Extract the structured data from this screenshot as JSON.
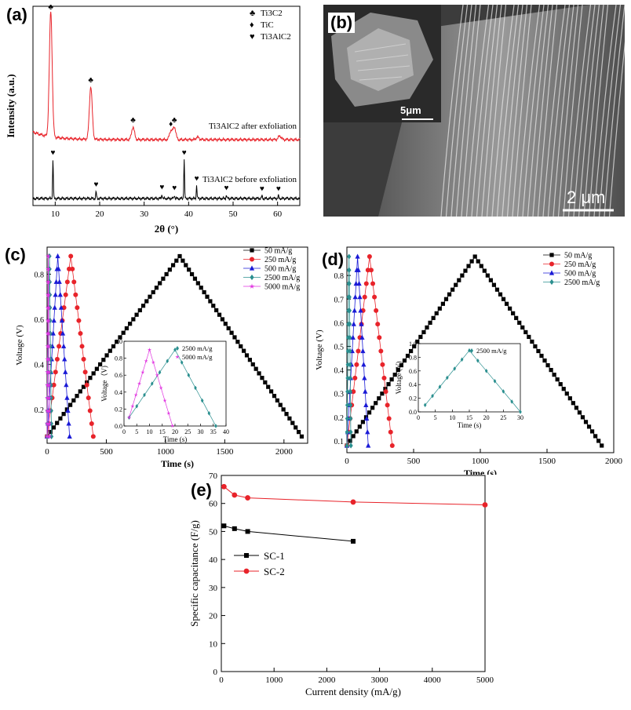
{
  "panel_labels": {
    "a": "(a)",
    "b": "(b)",
    "c": "(c)",
    "d": "(d)",
    "e": "(e)"
  },
  "sem": {
    "inset_scale": "5μm",
    "main_scale": "2 μm"
  },
  "chart_data": [
    {
      "id": "a",
      "type": "line",
      "xlabel": "2θ (°)",
      "ylabel": "Intensity (a.u.)",
      "xlim": [
        5,
        65
      ],
      "xticks": [
        10,
        20,
        30,
        40,
        50,
        60
      ],
      "legend": [
        {
          "symbol": "♣",
          "name": "Ti3C2"
        },
        {
          "symbol": "♦",
          "name": "TiC"
        },
        {
          "symbol": "♥",
          "name": "Ti3AlC2"
        }
      ],
      "series": [
        {
          "name": "Ti3AlC2 after exfoliation",
          "color": "#e8232a",
          "peaks": [
            {
              "x": 9.0,
              "h": 1.0,
              "marker": "♣"
            },
            {
              "x": 18.0,
              "h": 0.42,
              "marker": "♣"
            },
            {
              "x": 27.5,
              "h": 0.1,
              "marker": "♣"
            },
            {
              "x": 36.0,
              "h": 0.07,
              "marker": "♦"
            },
            {
              "x": 36.8,
              "h": 0.1,
              "marker": "♣"
            },
            {
              "x": 42.0,
              "h": 0.02
            },
            {
              "x": 60.5,
              "h": 0.03
            }
          ]
        },
        {
          "name": "Ti3AlC2 before exfoliation",
          "color": "#000000",
          "peaks": [
            {
              "x": 9.5,
              "h": 0.45,
              "marker": "♥"
            },
            {
              "x": 19.2,
              "h": 0.08,
              "marker": "♥"
            },
            {
              "x": 34.0,
              "h": 0.05,
              "marker": "♥"
            },
            {
              "x": 36.8,
              "h": 0.04,
              "marker": "♥"
            },
            {
              "x": 39.0,
              "h": 0.45,
              "marker": "♥"
            },
            {
              "x": 41.8,
              "h": 0.15,
              "marker": "♥"
            },
            {
              "x": 48.5,
              "h": 0.04,
              "marker": "♥"
            },
            {
              "x": 56.5,
              "h": 0.03,
              "marker": "♥"
            },
            {
              "x": 60.2,
              "h": 0.03,
              "marker": "♥"
            }
          ]
        }
      ]
    },
    {
      "id": "c",
      "type": "line",
      "xlabel": "Time (s)",
      "ylabel": "Voltage (V)",
      "xlim": [
        0,
        2200
      ],
      "ylim": [
        0.05,
        0.92
      ],
      "xticks": [
        0,
        500,
        1000,
        1500,
        2000
      ],
      "yticks": [
        0.2,
        0.4,
        0.6,
        0.8
      ],
      "series": [
        {
          "name": "50 mA/g",
          "color": "#000000",
          "marker": "square",
          "charge_end": 1120,
          "discharge_end": 2150
        },
        {
          "name": "250 mA/g",
          "color": "#e8232a",
          "marker": "circle",
          "charge_end": 200,
          "discharge_end": 390
        },
        {
          "name": "500 mA/g",
          "color": "#1a1ad6",
          "marker": "triangle",
          "charge_end": 90,
          "discharge_end": 190
        },
        {
          "name": "2500 mA/g",
          "color": "#2a8f8f",
          "marker": "diamond",
          "charge_end": 20,
          "discharge_end": 37
        },
        {
          "name": "5000 mA/g",
          "color": "#e033e0",
          "marker": "star",
          "charge_end": 10,
          "discharge_end": 19
        }
      ],
      "inset": {
        "xlabel": "Time (s)",
        "ylabel": "Voltage（V)",
        "xlim": [
          0,
          40
        ],
        "ylim": [
          0,
          1.0
        ],
        "xticks": [
          0,
          5,
          10,
          15,
          20,
          25,
          30,
          35,
          40
        ],
        "yticks": [
          0.0,
          0.2,
          0.4,
          0.6,
          0.8,
          1.0
        ],
        "series": [
          {
            "name": "2500 mA/g",
            "color": "#2a8f8f",
            "marker": "diamond",
            "charge_end": 20,
            "discharge_end": 36
          },
          {
            "name": "5000 mA/g",
            "color": "#e033e0",
            "marker": "star",
            "charge_end": 10,
            "discharge_end": 19
          }
        ]
      }
    },
    {
      "id": "d",
      "type": "line",
      "xlabel": "Time (s)",
      "ylabel": "Voltage (V)",
      "xlim": [
        0,
        2000
      ],
      "ylim": [
        0.05,
        0.92
      ],
      "xticks": [
        0,
        500,
        1000,
        1500,
        2000
      ],
      "yticks": [
        0.1,
        0.2,
        0.3,
        0.4,
        0.5,
        0.6,
        0.7,
        0.8
      ],
      "series": [
        {
          "name": "50 mA/g",
          "color": "#000000",
          "marker": "square",
          "charge_end": 960,
          "discharge_end": 1910
        },
        {
          "name": "250 mA/g",
          "color": "#e8232a",
          "marker": "circle",
          "charge_end": 170,
          "discharge_end": 340
        },
        {
          "name": "500 mA/g",
          "color": "#1a1ad6",
          "marker": "triangle",
          "charge_end": 80,
          "discharge_end": 160
        },
        {
          "name": "2500 mA/g",
          "color": "#2a8f8f",
          "marker": "diamond",
          "charge_end": 16,
          "discharge_end": 30
        }
      ],
      "inset": {
        "xlabel": "Time (s)",
        "ylabel": "Voltage (V)",
        "xlim": [
          0,
          30
        ],
        "ylim": [
          0,
          1.0
        ],
        "xticks": [
          0,
          5,
          10,
          15,
          20,
          25,
          30
        ],
        "yticks": [
          0.0,
          0.2,
          0.4,
          0.6,
          0.8,
          1.0
        ],
        "series": [
          {
            "name": "2500 mA/g",
            "color": "#2a8f8f",
            "marker": "diamond",
            "charge_end": 15,
            "discharge_end": 30
          }
        ]
      }
    },
    {
      "id": "e",
      "type": "line",
      "xlabel": "Current density (mA/g)",
      "ylabel": "Specific capacitance (F/g)",
      "xlim": [
        0,
        5000
      ],
      "ylim": [
        0,
        70
      ],
      "xticks": [
        0,
        1000,
        2000,
        3000,
        4000,
        5000
      ],
      "yticks": [
        0,
        10,
        20,
        30,
        40,
        50,
        60,
        70
      ],
      "series": [
        {
          "name": "SC-1",
          "color": "#000000",
          "marker": "square",
          "x": [
            50,
            250,
            500,
            2500
          ],
          "y": [
            52,
            51,
            50,
            46.5
          ]
        },
        {
          "name": "SC-2",
          "color": "#e8232a",
          "marker": "circle",
          "x": [
            50,
            250,
            500,
            2500,
            5000
          ],
          "y": [
            66,
            63,
            62,
            60.5,
            59.5
          ]
        }
      ]
    }
  ]
}
